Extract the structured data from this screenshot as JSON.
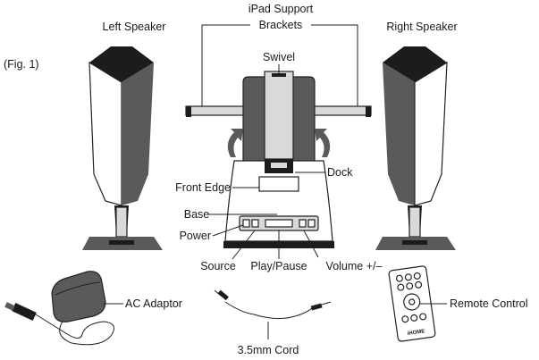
{
  "figure_label": "(Fig. 1)",
  "labels": {
    "left_speaker": "Left Speaker",
    "right_speaker": "Right Speaker",
    "ipad_support_line1": "iPad Support",
    "ipad_support_line2": "Brackets",
    "swivel": "Swivel",
    "dock": "Dock",
    "front_edge": "Front Edge",
    "base": "Base",
    "power": "Power",
    "source": "Source",
    "play_pause": "Play/Pause",
    "volume": "Volume +/–",
    "ac_adaptor": "AC Adaptor",
    "cord": "3.5mm Cord",
    "remote_control": "Remote Control"
  },
  "remote_brand": "iHOME"
}
